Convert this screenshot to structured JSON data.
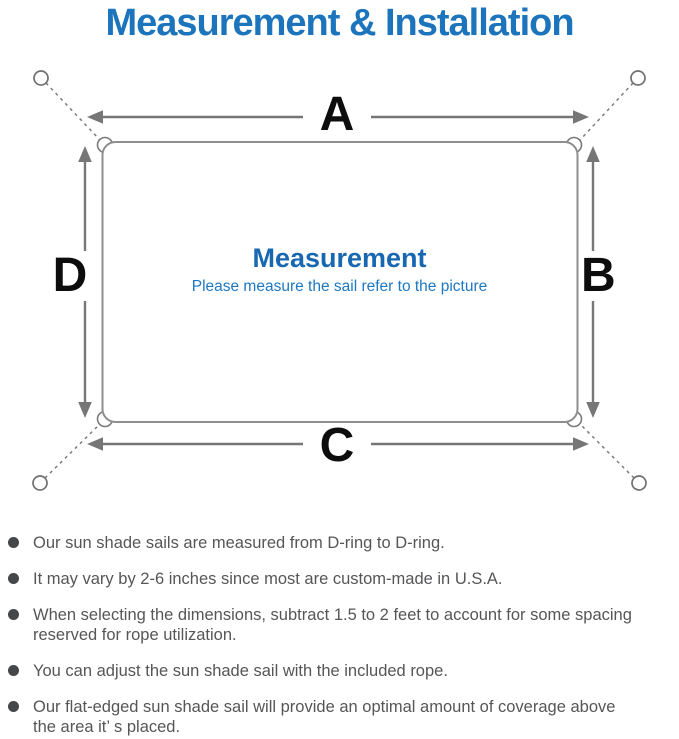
{
  "title": "Measurement & Installation",
  "diagram": {
    "dimension_labels": {
      "top": "A",
      "right": "B",
      "bottom": "C",
      "left": "D"
    },
    "center_title": "Measurement",
    "center_subtitle": "Please measure the sail refer to the picture",
    "colors": {
      "accent_blue": "#1b74bc",
      "diagram_line_gray": "#7a7a7a",
      "dimension_label_color": "#0d0d0d",
      "note_text_gray": "#565658"
    }
  },
  "notes": [
    {
      "lines": [
        "Our sun shade sails are measured from D-ring to D-ring."
      ]
    },
    {
      "lines": [
        "It may vary by 2-6 inches since most are custom-made in U.S.A."
      ]
    },
    {
      "lines": [
        "When selecting the dimensions, subtract 1.5 to 2 feet to account for some spacing",
        "reserved for rope utilization."
      ]
    },
    {
      "lines": [
        "You can adjust the sun shade sail with the included rope."
      ]
    },
    {
      "lines": [
        "Our flat-edged sun shade sail will provide an optimal amount of coverage above",
        "the area it’ s placed."
      ]
    }
  ]
}
